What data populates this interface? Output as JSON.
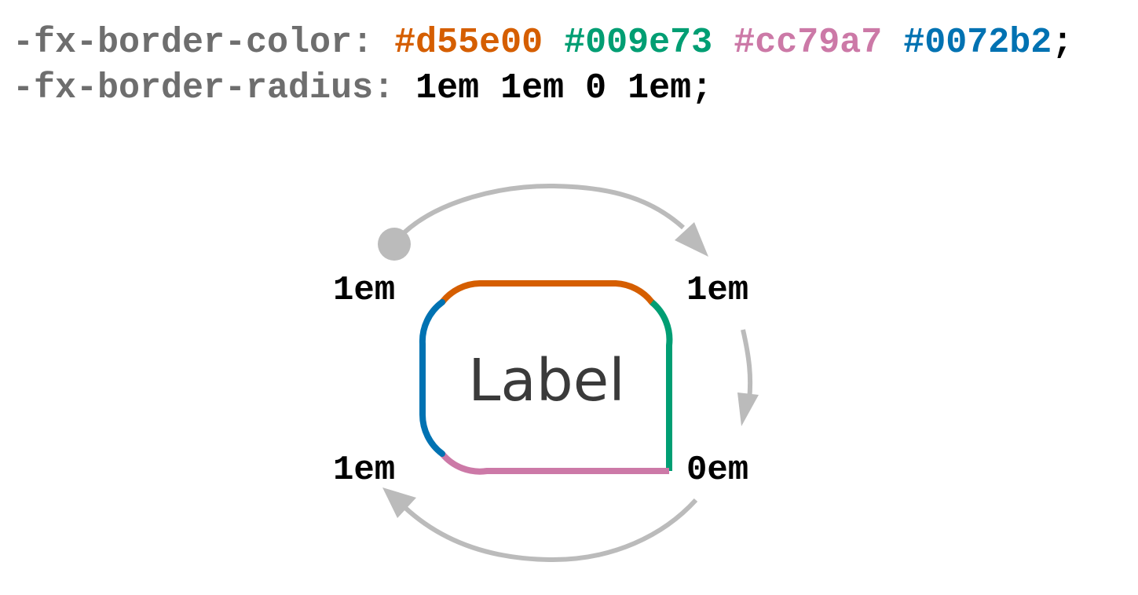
{
  "code": {
    "line1": {
      "property": "-fx-border-color:",
      "values": [
        {
          "text": "#d55e00",
          "color": "#d55e00"
        },
        {
          "text": "#009e73",
          "color": "#009e73"
        },
        {
          "text": "#cc79a7",
          "color": "#cc79a7"
        },
        {
          "text": "#0072b2",
          "color": "#0072b2"
        }
      ],
      "terminator": ";"
    },
    "line2": {
      "property": "-fx-border-radius:",
      "value": "1em 1em 0 1em;"
    }
  },
  "diagram": {
    "label": "Label",
    "corners": {
      "top_left": "1em",
      "top_right": "1em",
      "bottom_right": "0em",
      "bottom_left": "1em"
    },
    "border_colors": {
      "top": "#d55e00",
      "right": "#009e73",
      "bottom": "#cc79a7",
      "left": "#0072b2"
    },
    "arrow_color": "#bbbbbb"
  }
}
